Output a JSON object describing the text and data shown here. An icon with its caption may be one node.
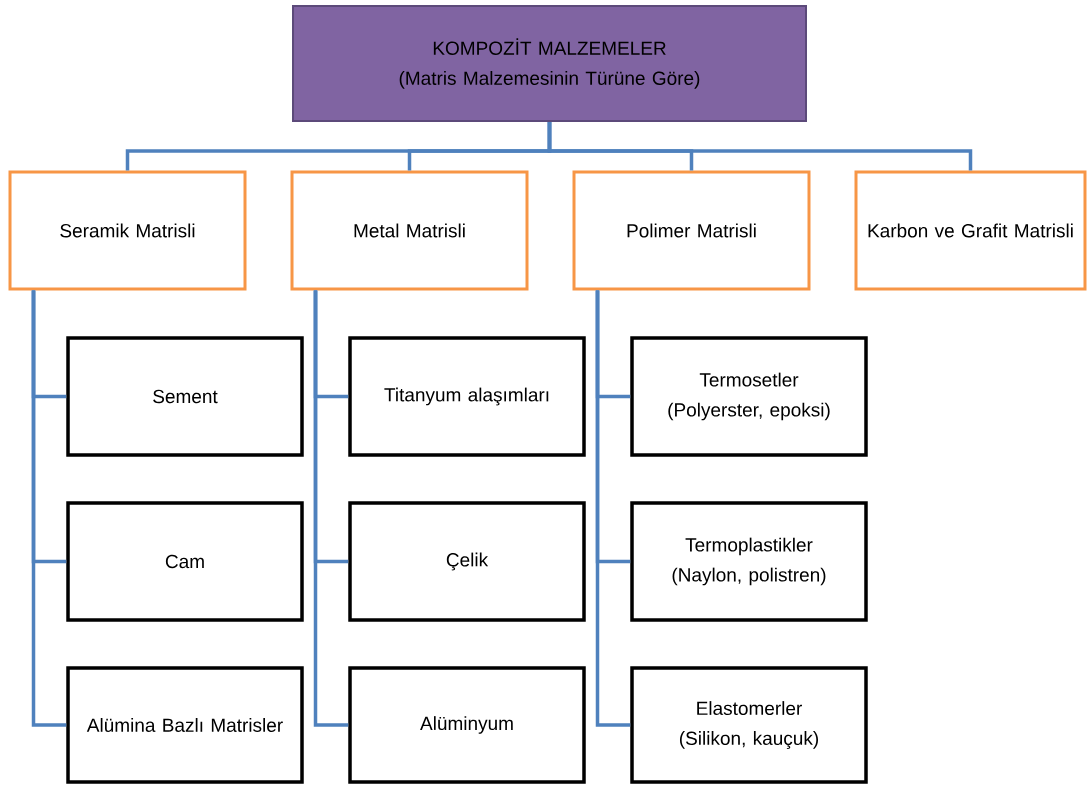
{
  "diagram": {
    "nodes": [
      {
        "text": [
          "KOMPOZİT MALZEMELER",
          "(Matris Malzemesinin Türüne Göre)"
        ]
      },
      {
        "text": [
          "Seramik Matrisli"
        ]
      },
      {
        "text": [
          "Sement"
        ]
      },
      {
        "text": [
          "Cam"
        ]
      },
      {
        "text": [
          "Alümina Bazlı Matrisler"
        ]
      },
      {
        "text": [
          "Metal Matrisli"
        ]
      },
      {
        "text": [
          "Titanyum alaşımları"
        ]
      },
      {
        "text": [
          "Çelik"
        ]
      },
      {
        "text": [
          "Alüminyum"
        ]
      },
      {
        "text": [
          "Polimer Matrisli"
        ]
      },
      {
        "text": [
          "Termosetler",
          "(Polyerster, epoksi)"
        ]
      },
      {
        "text": [
          "Termoplastikler",
          "(Naylon, polistren)"
        ]
      },
      {
        "text": [
          "Elastomerler",
          "(Silikon, kauçuk)"
        ]
      },
      {
        "text": [
          "Karbon ve Grafit Matrisli"
        ]
      }
    ],
    "edges": [
      {
        "from": 0,
        "to": 1,
        "arrow": "none"
      },
      {
        "from": 0,
        "to": 5,
        "arrow": "none"
      },
      {
        "from": 0,
        "to": 9,
        "arrow": "none"
      },
      {
        "from": 0,
        "to": 13,
        "arrow": "none"
      },
      {
        "from": 1,
        "to": 2,
        "arrow": "none"
      },
      {
        "from": 1,
        "to": 3,
        "arrow": "none"
      },
      {
        "from": 1,
        "to": 4,
        "arrow": "none"
      },
      {
        "from": 5,
        "to": 6,
        "arrow": "none"
      },
      {
        "from": 5,
        "to": 7,
        "arrow": "none"
      },
      {
        "from": 5,
        "to": 8,
        "arrow": "none"
      },
      {
        "from": 9,
        "to": 10,
        "arrow": "none"
      },
      {
        "from": 9,
        "to": 11,
        "arrow": "none"
      },
      {
        "from": 9,
        "to": 12,
        "arrow": "none"
      }
    ]
  }
}
